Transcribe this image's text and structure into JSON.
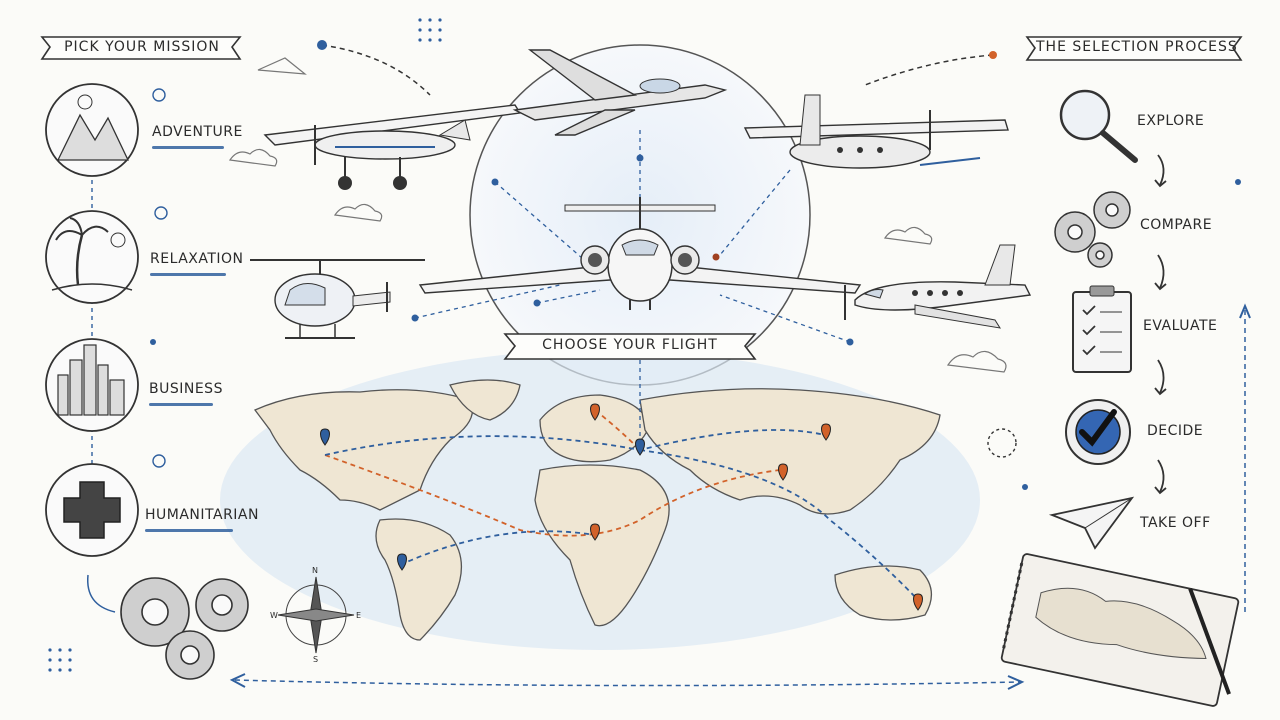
{
  "headers": {
    "left": "PICK YOUR MISSION",
    "right": "THE SELECTION PROCESS",
    "center": "CHOOSE YOUR FLIGHT"
  },
  "missions": [
    {
      "label": "ADVENTURE",
      "icon": "mountain-icon"
    },
    {
      "label": "RELAXATION",
      "icon": "palm-tree-icon"
    },
    {
      "label": "BUSINESS",
      "icon": "city-skyline-icon"
    },
    {
      "label": "HUMANITARIAN",
      "icon": "medical-cross-icon"
    }
  ],
  "process": [
    {
      "label": "EXPLORE",
      "icon": "magnifier-icon"
    },
    {
      "label": "COMPARE",
      "icon": "gears-icon"
    },
    {
      "label": "EVALUATE",
      "icon": "clipboard-icon"
    },
    {
      "label": "DECIDE",
      "icon": "checkmark-icon"
    },
    {
      "label": "TAKE OFF",
      "icon": "paper-plane-icon"
    }
  ],
  "compass": {
    "n": "N",
    "s": "S",
    "e": "E",
    "w": "W"
  },
  "aircraft": [
    {
      "name": "single-prop-plane-icon"
    },
    {
      "name": "fighter-jet-icon"
    },
    {
      "name": "turboprop-plane-icon"
    },
    {
      "name": "helicopter-icon"
    },
    {
      "name": "private-jet-icon"
    },
    {
      "name": "business-jet-icon"
    }
  ],
  "colors": {
    "ink": "#2b2b2b",
    "blue": "#2f5f9e",
    "orange": "#d2622a",
    "land": "#efe6d3",
    "sea": "#dce8f3"
  }
}
